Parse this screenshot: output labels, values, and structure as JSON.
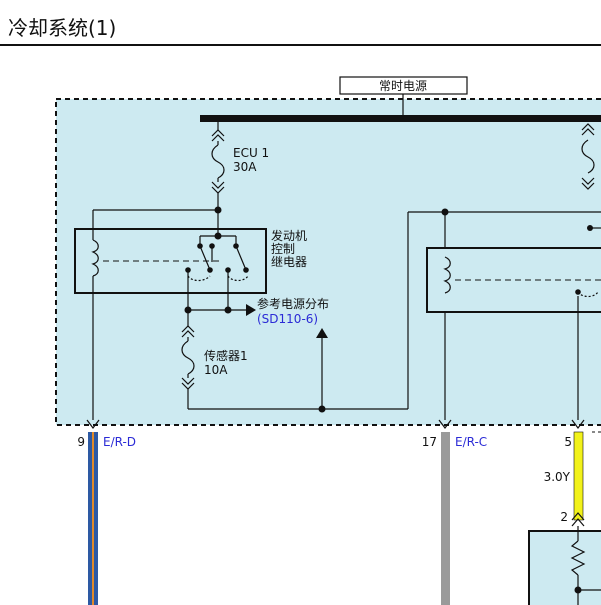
{
  "title": "冷却系统(1)",
  "power_source_label": "常时电源",
  "fuses": [
    {
      "name": "ECU 1",
      "rating": "30A"
    },
    {
      "name": "传感器1",
      "rating": "10A"
    }
  ],
  "relay": {
    "line1": "发动机",
    "line2": "控制",
    "line3": "继电器"
  },
  "reference": {
    "text": "参考电源分布",
    "link": "(SD110-6)"
  },
  "connectors": [
    {
      "pin": "9",
      "code": "E/R-D"
    },
    {
      "pin": "17",
      "code": "E/R-C"
    },
    {
      "pin": "5",
      "code": ""
    },
    {
      "pin": "2",
      "code": ""
    }
  ],
  "wire_label": "3.0Y",
  "colors": {
    "box_fill": "#cdeaf1",
    "link_blue": "#2b2bd6",
    "wire_blue": "#2d59a3",
    "wire_orange": "#e08a2a",
    "wire_gray": "#9a9a9a",
    "wire_yellow": "#f2f21a"
  }
}
